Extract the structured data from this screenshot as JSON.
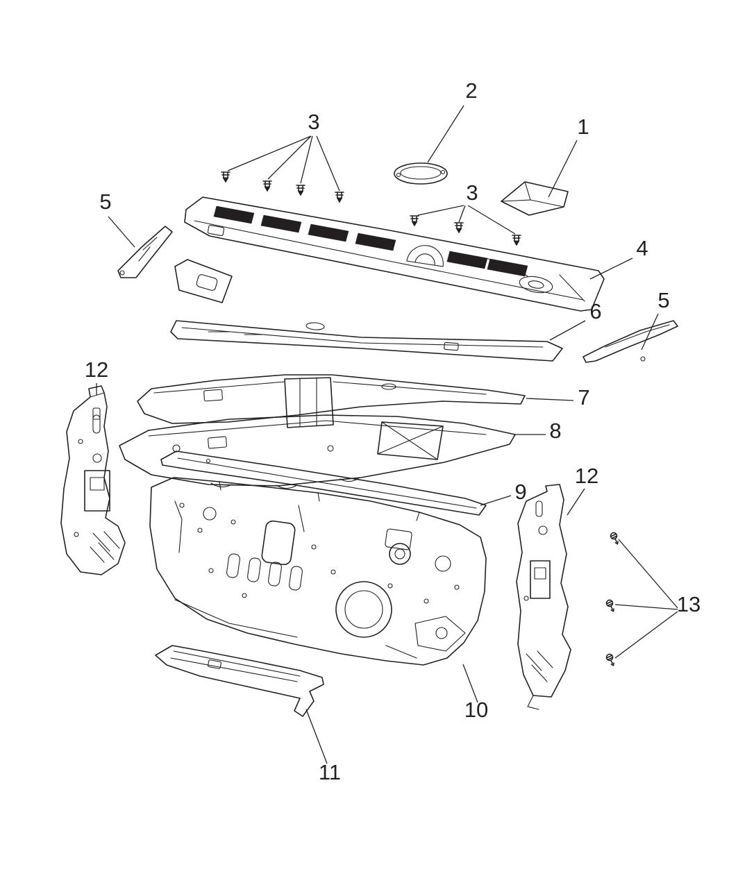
{
  "colors": {
    "line": "#231f20",
    "background": "#ffffff"
  },
  "callouts": [
    {
      "label": "2"
    },
    {
      "label": "3"
    },
    {
      "label": "1"
    },
    {
      "label": "5"
    },
    {
      "label": "3"
    },
    {
      "label": "4"
    },
    {
      "label": "6"
    },
    {
      "label": "5"
    },
    {
      "label": "12"
    },
    {
      "label": "7"
    },
    {
      "label": "8"
    },
    {
      "label": "9"
    },
    {
      "label": "12"
    },
    {
      "label": "13"
    },
    {
      "label": "10"
    },
    {
      "label": "11"
    }
  ]
}
